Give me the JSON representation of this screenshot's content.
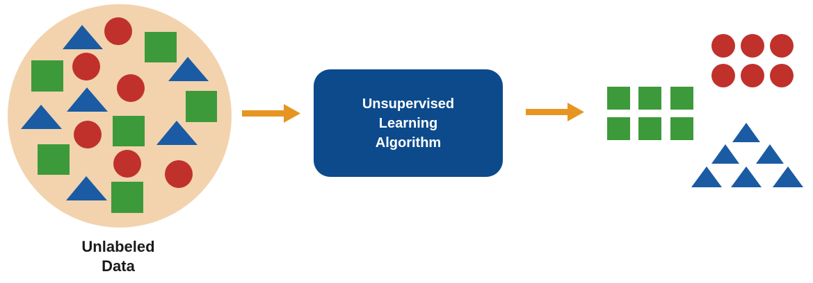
{
  "input": {
    "label_line1": "Unlabeled",
    "label_line2": "Data"
  },
  "algorithm": {
    "line1": "Unsupervised",
    "line2": "Learning",
    "line3": "Algorithm"
  },
  "colors": {
    "circle_bg": "#f2d3ae",
    "red": "#c0312b",
    "blue": "#1a5ba3",
    "green": "#3d9a3a",
    "box": "#0c4a8c",
    "arrow": "#e69522",
    "text": "#1a1a1a"
  },
  "icons": {
    "arrow_1": "right-arrow-icon",
    "arrow_2": "right-arrow-icon",
    "shapes": [
      "circle",
      "square",
      "triangle"
    ]
  }
}
